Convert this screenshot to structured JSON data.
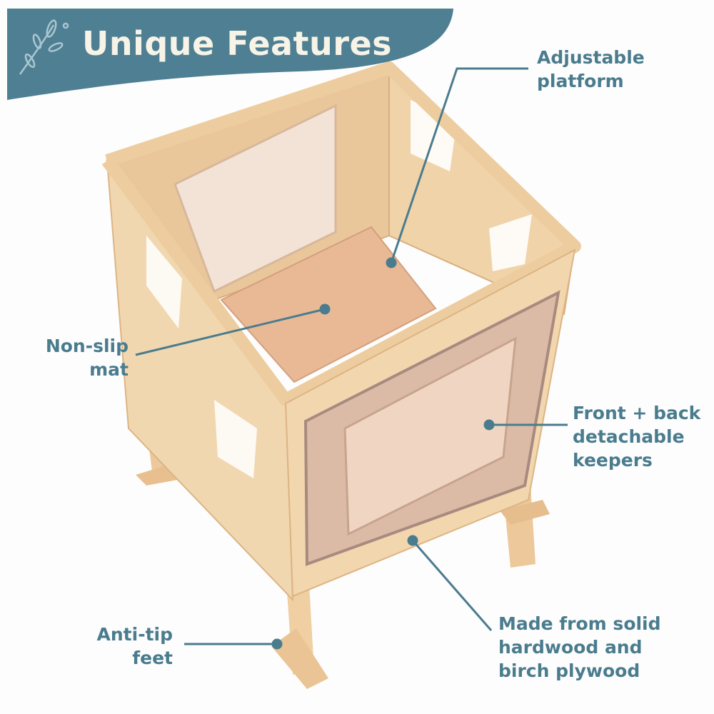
{
  "header": {
    "title": "Unique Features",
    "icon": "leaf-branch-icon"
  },
  "features": [
    {
      "id": "adjustable-platform",
      "lines": [
        "Adjustable",
        "platform"
      ]
    },
    {
      "id": "non-slip-mat",
      "lines": [
        "Non-slip",
        "mat"
      ]
    },
    {
      "id": "detachable-keepers",
      "lines": [
        "Front + back",
        "detachable",
        "keepers"
      ]
    },
    {
      "id": "anti-tip-feet",
      "lines": [
        "Anti-tip",
        "feet"
      ]
    },
    {
      "id": "solid-hardwood",
      "lines": [
        "Made from solid",
        "hardwood and",
        "birch plywood"
      ]
    }
  ],
  "colors": {
    "accent": "#4e7f93",
    "title_text": "#f7f3e6",
    "label_text": "#4a7c8e",
    "wood": "#efd2a8",
    "mat": "#e9b896",
    "keeper": "#d9b6a0"
  }
}
